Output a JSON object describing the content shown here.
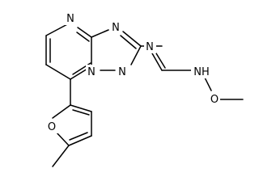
{
  "structure": {
    "atoms": {
      "n_pyrimidine": "N",
      "n_triazole_top": "N",
      "n_bridgehead": "N",
      "n_triazole_bottom": "N",
      "n_imine": "N",
      "nh": "NH",
      "o_methoxy": "O",
      "o_furan": "O"
    }
  },
  "colors": {
    "bond": "#000000",
    "label": "#000000",
    "background": "#ffffff"
  }
}
